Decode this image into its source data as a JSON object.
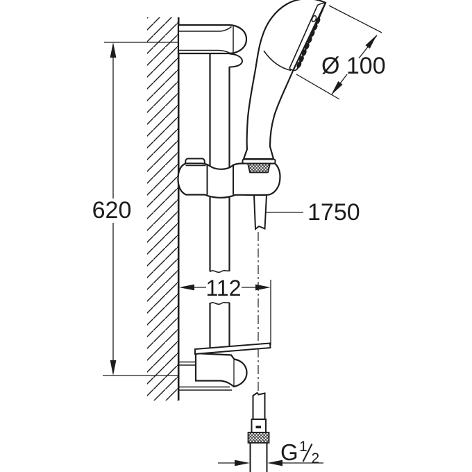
{
  "drawing": {
    "background": "#ffffff",
    "line_color": "#1c1c1c",
    "type": "technical-dimension-drawing",
    "subject": "shower-rail-set-side-view"
  },
  "dimensions": {
    "rail_height": "620",
    "wall_offset": "112",
    "head_diameter": "Ø 100",
    "hose_length": "1750",
    "thread": {
      "label": "G 1/2",
      "prefix": "G",
      "numerator": "1",
      "denominator": "2"
    }
  }
}
